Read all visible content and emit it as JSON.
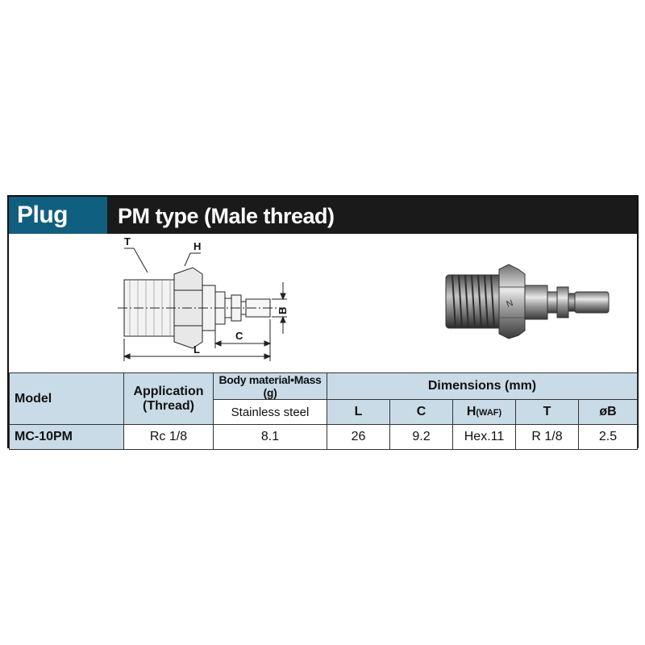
{
  "header": {
    "category": "Plug",
    "title": "PM type (Male thread)"
  },
  "drawing": {
    "labels": {
      "t": "T",
      "h": "H",
      "l": "L",
      "c": "C",
      "b": "B"
    },
    "body_mark": "N"
  },
  "table": {
    "headers": {
      "model": "Model",
      "application_line1": "Application",
      "application_line2": "(Thread)",
      "body_material_mass": "Body material•Mass (g)",
      "body_material_value": "Stainless steel",
      "dimensions": "Dimensions (mm)",
      "dim_l": "L",
      "dim_c": "C",
      "dim_h": "H",
      "dim_h_suffix": "(WAF)",
      "dim_t": "T",
      "dim_b": "øB"
    },
    "row": {
      "model": "MC-10PM",
      "application": "Rc 1/8",
      "mass": "8.1",
      "l": "26",
      "c": "9.2",
      "h": "Hex.11",
      "t": "R 1/8",
      "b": "2.5"
    }
  },
  "colors": {
    "header_bg": "#1a1a1a",
    "badge_bg": "#0f5f80",
    "table_header_bg": "#c9dbe6"
  }
}
